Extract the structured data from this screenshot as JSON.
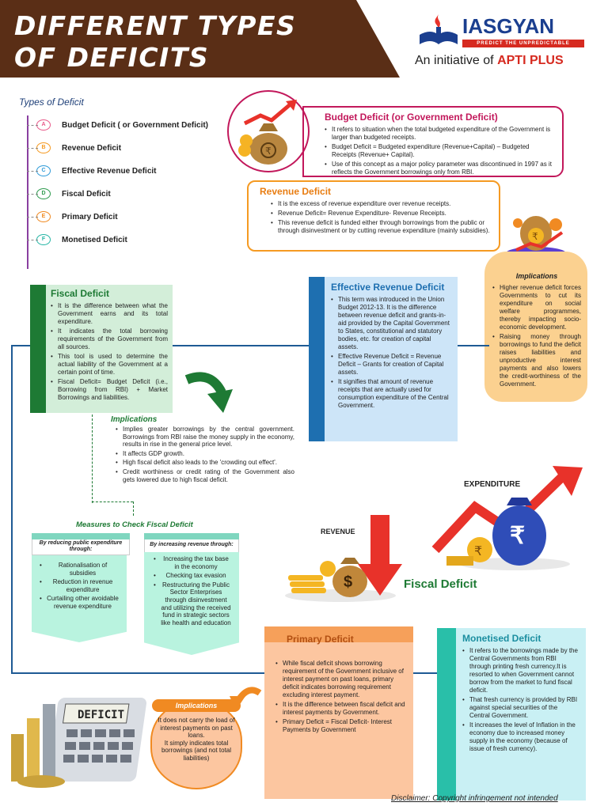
{
  "header": {
    "title_line1": "DIFFERENT TYPES",
    "title_line2": "OF DEFICITS"
  },
  "brand": {
    "logo_text": "IASGYAN",
    "tagline": "PREDICT THE UNPREDICTABLE",
    "initiative_prefix": "An initiative of",
    "initiative_brand": "APTI PLUS"
  },
  "toc": {
    "title": "Types of Deficit",
    "items": [
      {
        "badge": "A",
        "label": "Budget Deficit ( or Government Deficit)",
        "color": "#e85a8a"
      },
      {
        "badge": "B",
        "label": "Revenue Deficit",
        "color": "#f59a22"
      },
      {
        "badge": "C",
        "label": "Effective Revenue Deficit",
        "color": "#2f9bd8"
      },
      {
        "badge": "D",
        "label": "Fiscal Deficit",
        "color": "#2e9b4e"
      },
      {
        "badge": "E",
        "label": "Primary Deficit",
        "color": "#f08a22"
      },
      {
        "badge": "F",
        "label": "Monetised Deficit",
        "color": "#28b6a6"
      }
    ]
  },
  "budget": {
    "title": "Budget Deficit (or Government Deficit)",
    "points": [
      "It refers to situation when the total budgeted expenditure of the Government is larger than budgeted receipts.",
      "Budget Deficit = Budgeted expenditure (Revenue+Capital) – Budgeted Receipts (Revenue+ Capital).",
      "Use of this concept as a major policy parameter was discontinued in 1997 as it reflects the Government borrowings only from RBI."
    ]
  },
  "revenue": {
    "title": "Revenue Deficit",
    "points": [
      "It is the excess of revenue expenditure over revenue receipts.",
      "Revenue Deficit= Revenue Expenditure- Revenue Receipts.",
      "This revenue deficit is funded either through borrowings from the public or through disinvestment or by cutting revenue expenditure (mainly subsidies)."
    ]
  },
  "revenue_implications": {
    "title": "Implications",
    "points": [
      "Higher revenue deficit forces Governments to cut its expenditure on social welfare programmes, thereby impacting socio-economic development.",
      "Raising money through borrowings to fund the deficit raises liabilities and unproductive interest payments and also lowers the credit-worthiness of the Government."
    ]
  },
  "fiscal": {
    "title": "Fiscal Deficit",
    "points": [
      "It is the difference between what the Government earns and its total expenditure.",
      "It indicates the total borrowing requirements of the Government from all sources.",
      "This tool is used to determine the actual liability of the Government at a certain point of time.",
      "Fiscal Deficit= Budget Deficit (i.e., Borrowing from RBI) + Market Borrowings and liabilities."
    ]
  },
  "fiscal_implications": {
    "title": "Implications",
    "points": [
      "Implies greater borrowings by the central government. Borrowings from RBI raise the money supply in the economy, results in rise in the general price level.",
      "It affects GDP growth.",
      "High fiscal deficit also leads to the 'crowding out effect'.",
      "Credit worthiness or credit rating of the Government also gets lowered due to high fiscal deficit."
    ]
  },
  "effective": {
    "title": "Effective Revenue Deficit",
    "points": [
      "This term was introduced in the Union Budget 2012-13. It is the difference between revenue deficit and grants-in-aid provided by the Capital Government to States, constitutional and statutory bodies, etc. for creation of capital assets.",
      "Effective Revenue Deficit = Revenue Deficit – Grants for creation of Capital assets.",
      "It signifies that amount of revenue receipts that are actually used for consumption expenditure of the Central Government."
    ]
  },
  "measures": {
    "title": "Measures to Check Fiscal Deficit",
    "left_heading": "By reducing public expenditure through:",
    "left_points": [
      "Rationalisation of subsidies",
      "Reduction in revenue expenditure",
      "Curtailing other avoidable revenue expenditure"
    ],
    "right_heading": "By increasing revenue through:",
    "right_points": [
      "Increasing the tax base in the economy",
      "Checking tax evasion",
      "Restructuring the Public Sector Enterprises through disinvestment and utilizing the received fund in strategic sectors like health and education"
    ]
  },
  "illustration": {
    "expenditure": "EXPENDITURE",
    "revenue": "REVENUE",
    "caption": "Fiscal Deficit",
    "calculator_text": "DEFICIT"
  },
  "primary": {
    "title": "Primary Deficit",
    "points": [
      "While fiscal deficit shows borrowing requirement of the Government inclusive of interest payment on past loans, primary deficit indicates borrowing requirement excluding interest payment.",
      "It is the difference between fiscal deficit and interest payments by Government.",
      "Primary Deficit = Fiscal Deficit- Interest Payments by Government"
    ]
  },
  "primary_implications": {
    "title": "Implications",
    "lines": [
      "It does not carry the load of interest payments on past loans.",
      "It simply indicates total borrowings (and not total liabilities)"
    ]
  },
  "monetised": {
    "title": "Monetised Deficit",
    "points": [
      "It refers to the borrowings made by the Central Governments from RBI through printing fresh currency.It is resorted to when Government cannot borrow from the market to fund fiscal deficit.",
      "That fresh currency is provided by RBI against special securities of the Central Government.",
      "It increases the level of Inflation in the economy due to increased money supply in the economy (because of issue of fresh currency)."
    ]
  },
  "footer": {
    "disclaimer": "Disclaimer: Copyright infringement not intended"
  }
}
